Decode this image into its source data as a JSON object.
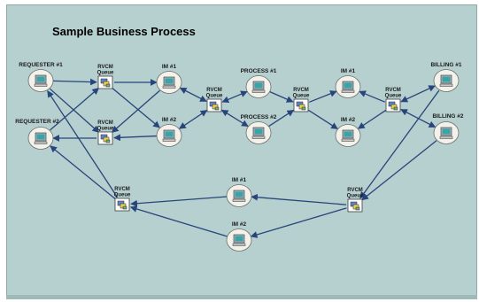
{
  "diagram": {
    "title": "Sample Business Process",
    "colors": {
      "background": "#b6cfcf",
      "edge": "#27457a",
      "node_fill": "#f2f2ea",
      "queue_fill": "#ffffff"
    },
    "nodes": [
      {
        "id": "req1",
        "kind": "host",
        "label": "REQUESTER #1"
      },
      {
        "id": "req2",
        "kind": "host",
        "label": "REQUESTER #2"
      },
      {
        "id": "q1",
        "kind": "queue",
        "label": "RVCM\nQueue"
      },
      {
        "id": "q2",
        "kind": "queue",
        "label": "RVCM\nQueue"
      },
      {
        "id": "im1a",
        "kind": "host",
        "label": "IM #1"
      },
      {
        "id": "im2a",
        "kind": "host",
        "label": "IM #2"
      },
      {
        "id": "q3",
        "kind": "queue",
        "label": "RVCM\nQueue"
      },
      {
        "id": "p1",
        "kind": "host",
        "label": "PROCESS #1"
      },
      {
        "id": "p2",
        "kind": "host",
        "label": "PROCESS #2"
      },
      {
        "id": "q4",
        "kind": "queue",
        "label": "RVCM\nQueue"
      },
      {
        "id": "im1b",
        "kind": "host",
        "label": "IM #1"
      },
      {
        "id": "im2b",
        "kind": "host",
        "label": "IM #2"
      },
      {
        "id": "q5",
        "kind": "queue",
        "label": "RVCM\nQueue"
      },
      {
        "id": "b1",
        "kind": "host",
        "label": "BILLING #1"
      },
      {
        "id": "b2",
        "kind": "host",
        "label": "BILLING #2"
      },
      {
        "id": "q6",
        "kind": "queue",
        "label": "RVCM\nQueue"
      },
      {
        "id": "q7",
        "kind": "queue",
        "label": "RVCM\nQueue"
      },
      {
        "id": "im1c",
        "kind": "host",
        "label": "IM #1"
      },
      {
        "id": "im2c",
        "kind": "host",
        "label": "IM #2"
      }
    ],
    "edges": [
      {
        "from": "req1",
        "to": "q1"
      },
      {
        "from": "req1",
        "to": "q2"
      },
      {
        "from": "req2",
        "to": "q1"
      },
      {
        "from": "q2",
        "to": "req2"
      },
      {
        "from": "q1",
        "to": "im1a"
      },
      {
        "from": "q1",
        "to": "im2a"
      },
      {
        "from": "im1a",
        "to": "q2"
      },
      {
        "from": "im2a",
        "to": "q2"
      },
      {
        "from": "im1a",
        "to": "q3",
        "both": true
      },
      {
        "from": "im2a",
        "to": "q3",
        "both": true
      },
      {
        "from": "q3",
        "to": "p1",
        "both": true
      },
      {
        "from": "q3",
        "to": "p2",
        "both": true
      },
      {
        "from": "p1",
        "to": "q4"
      },
      {
        "from": "p2",
        "to": "q4"
      },
      {
        "from": "q4",
        "to": "im1b"
      },
      {
        "from": "q4",
        "to": "im2b"
      },
      {
        "from": "q5",
        "to": "im1b"
      },
      {
        "from": "q5",
        "to": "im2b"
      },
      {
        "from": "b1",
        "to": "q5",
        "both": true
      },
      {
        "from": "b2",
        "to": "q5",
        "both": true
      },
      {
        "from": "b1",
        "to": "q7"
      },
      {
        "from": "b2",
        "to": "q7"
      },
      {
        "from": "q7",
        "to": "im1c"
      },
      {
        "from": "q7",
        "to": "im2c"
      },
      {
        "from": "im1c",
        "to": "q6"
      },
      {
        "from": "im2c",
        "to": "q6"
      },
      {
        "from": "q6",
        "to": "req1"
      },
      {
        "from": "q6",
        "to": "req2"
      }
    ]
  }
}
